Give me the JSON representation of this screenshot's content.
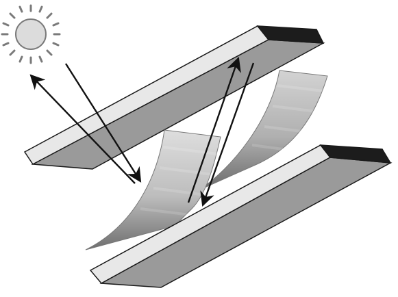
{
  "diagram": {
    "description_labels": [],
    "colors": {
      "background": "#ffffff",
      "outline": "#1a1a1a",
      "board_top": "#e8e8e8",
      "board_side": "#9a9a9a",
      "board_end": "#1c1c1c",
      "sun_fill": "#dcdcdc",
      "sun_rays": "#7a7a7a",
      "arrow": "#111111",
      "louver_light": "#d9d9d9",
      "louver_dark": "#777777"
    },
    "elements": {
      "sun": "sun-icon",
      "upper_board": "board",
      "lower_board": "board",
      "louvers": [
        "curved-louver",
        "curved-louver"
      ],
      "arrows": [
        "incoming-ray",
        "reflected-ray",
        "ray-up",
        "ray-down"
      ]
    }
  }
}
